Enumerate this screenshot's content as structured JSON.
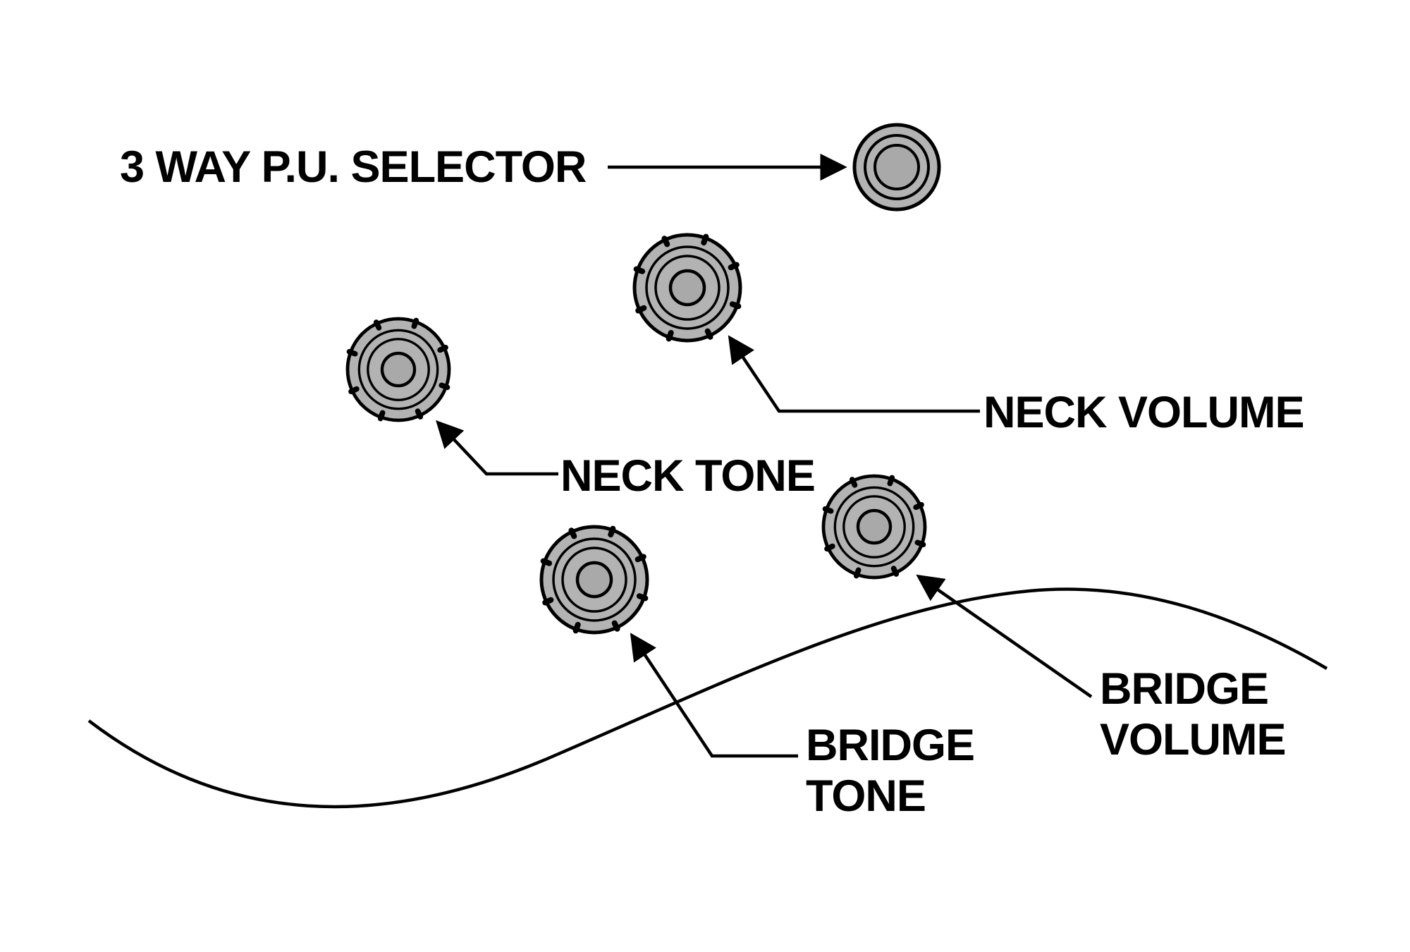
{
  "diagram": {
    "type": "guitar-control-layout",
    "background_color": "#ffffff",
    "line_color": "#000000",
    "knob_fill_color": "#b3b3b3",
    "knob_center_fill_color": "#a9a9a9",
    "labels": {
      "selector": "3 WAY P.U. SELECTOR",
      "neck_volume": "NECK VOLUME",
      "neck_tone": "NECK TONE",
      "bridge_volume": {
        "line1": "BRIDGE",
        "line2": "VOLUME"
      },
      "bridge_tone": {
        "line1": "BRIDGE",
        "line2": "TONE"
      }
    },
    "knobs": [
      "3-way-pickup-selector",
      "neck-volume",
      "neck-tone",
      "bridge-volume",
      "bridge-tone"
    ]
  }
}
